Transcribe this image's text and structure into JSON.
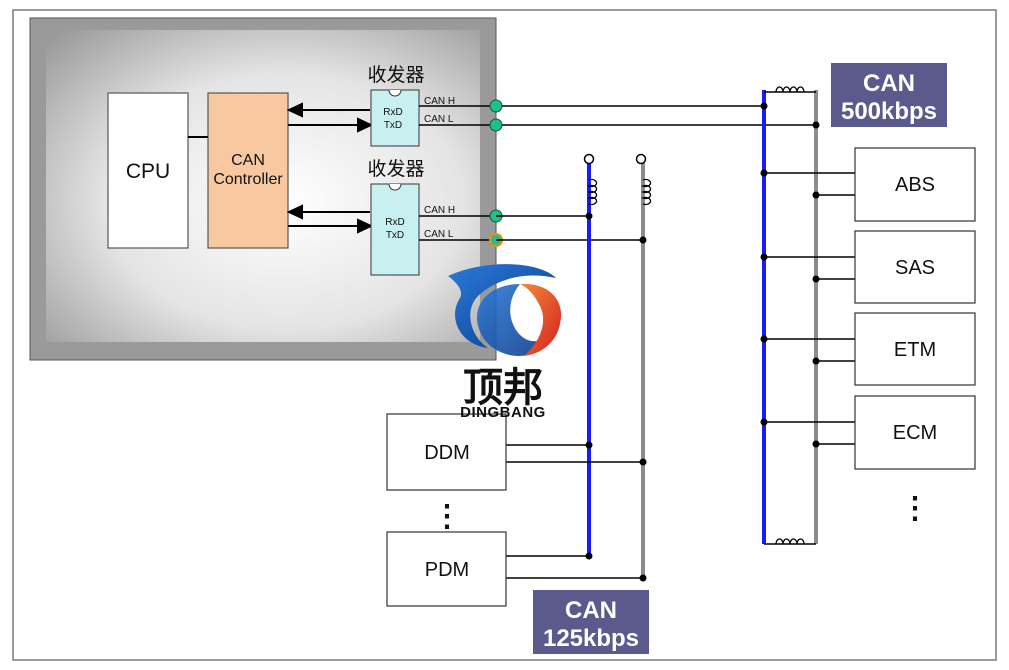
{
  "ecu": {
    "cpu_label": "CPU",
    "controller_label_line1": "CAN",
    "controller_label_line2": "Controller",
    "transceivers": [
      {
        "title": "收发器",
        "rxd": "RxD",
        "txd": "TxD",
        "can_h": "CAN H",
        "can_l": "CAN L"
      },
      {
        "title": "收发器",
        "rxd": "RxD",
        "txd": "TxD",
        "can_h": "CAN H",
        "can_l": "CAN L"
      }
    ]
  },
  "bus_high": {
    "label_line1": "CAN",
    "label_line2": "500kbps",
    "nodes": [
      "ABS",
      "SAS",
      "ETM",
      "ECM"
    ],
    "more": "⋮"
  },
  "bus_low": {
    "label_line1": "CAN",
    "label_line2": "125kbps",
    "nodes": [
      "DDM",
      "PDM"
    ],
    "more": "⋮"
  },
  "watermark": {
    "brand_cn": "顶邦",
    "brand_en": "DINGBANG"
  },
  "colors": {
    "ecu_fill": "#b0b0b0",
    "controller": "#f8c9a0",
    "transceiver": "#c9f0f0",
    "bus_blue": "#1a1aff",
    "bus_gray": "#8c8c8c",
    "label_bg": "#5a5a8c",
    "node_green": "#1fbf8f"
  }
}
